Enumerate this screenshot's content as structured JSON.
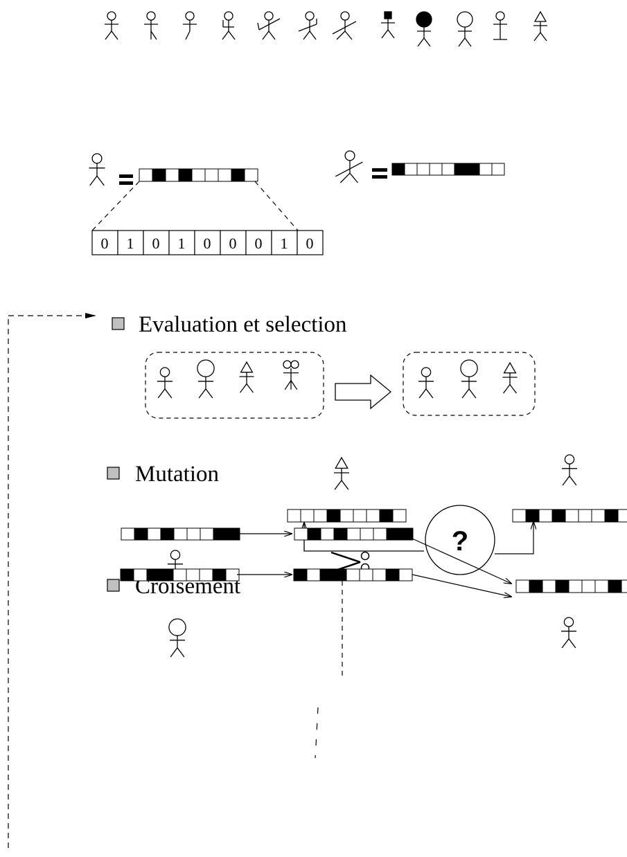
{
  "sections": {
    "evaluation": "Evaluation et selection",
    "mutation": "Mutation",
    "croisement": "Croisement"
  },
  "encoding": {
    "bits": [
      "0",
      "1",
      "0",
      "1",
      "0",
      "0",
      "0",
      "1",
      "0"
    ]
  },
  "mutation_symbol": "?",
  "colors": {
    "ink": "#000000",
    "bullet": "#c0c0c0",
    "background": "#ffffff"
  },
  "icons": {
    "population": [
      "stick-figure",
      "scissors-icon",
      "question-circle"
    ]
  }
}
